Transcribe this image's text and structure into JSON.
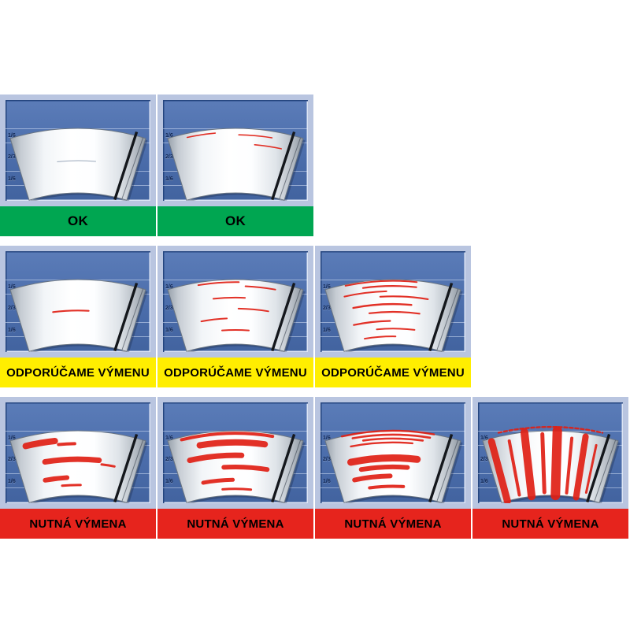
{
  "title": "wiper-blade-wear-chart",
  "statuses": {
    "ok": {
      "label": "OK",
      "color": "#00a651",
      "text_color": "#000000"
    },
    "recommend": {
      "label": "ODPORÚČAME VÝMENU",
      "color": "#ffee00",
      "text_color": "#000000"
    },
    "replace": {
      "label": "NUTNÁ VÝMENA",
      "color": "#e6241d",
      "text_color": "#000000"
    }
  },
  "scale_labels": [
    "1/6",
    "2/3",
    "1/6"
  ],
  "colors": {
    "page_background": "#ffffff",
    "card_background": "#b9c5e0",
    "panel_blue_top": "#5b7cb8",
    "panel_blue_bottom": "#42639f",
    "streak_red": "#df1f15",
    "blade_black": "#14171c"
  },
  "cards": [
    {
      "id": 1,
      "row": 1,
      "status": "ok",
      "wear": "clean",
      "streaks": [
        {
          "r": 0.5,
          "a0": -0.35,
          "a1": 0.3,
          "w": 1.0,
          "color": "#90a0b4"
        }
      ]
    },
    {
      "id": 2,
      "row": 1,
      "status": "ok",
      "wear": "very light marks",
      "streaks": [
        {
          "r": 0.94,
          "a0": -0.72,
          "a1": -0.3,
          "w": 1.6
        },
        {
          "r": 0.9,
          "a0": 0.05,
          "a1": 0.55,
          "w": 1.6
        },
        {
          "r": 0.76,
          "a0": 0.3,
          "a1": 0.72,
          "w": 1.6
        }
      ]
    },
    {
      "id": 3,
      "row": 2,
      "status": "recommend",
      "wear": "single streak",
      "streaks": [
        {
          "r": 0.52,
          "a0": -0.42,
          "a1": 0.18,
          "w": 2.2
        }
      ]
    },
    {
      "id": 4,
      "row": 2,
      "status": "recommend",
      "wear": "several streaks",
      "streaks": [
        {
          "r": 0.96,
          "a0": -0.55,
          "a1": 0.05,
          "w": 2.0
        },
        {
          "r": 0.9,
          "a0": 0.15,
          "a1": 0.6,
          "w": 2.0
        },
        {
          "r": 0.72,
          "a0": -0.35,
          "a1": 0.15,
          "w": 2.0
        },
        {
          "r": 0.55,
          "a0": 0.05,
          "a1": 0.55,
          "w": 2.0
        },
        {
          "r": 0.4,
          "a0": -0.6,
          "a1": -0.15,
          "w": 2.0
        },
        {
          "r": 0.22,
          "a0": -0.25,
          "a1": 0.25,
          "w": 2.0
        }
      ]
    },
    {
      "id": 5,
      "row": 2,
      "status": "recommend",
      "wear": "many streaks",
      "streaks": [
        {
          "r": 0.98,
          "a0": -0.7,
          "a1": 0.35,
          "w": 2.0
        },
        {
          "r": 0.9,
          "a0": -0.45,
          "a1": 0.35,
          "w": 2.2
        },
        {
          "r": 0.82,
          "a0": -0.75,
          "a1": -0.1,
          "w": 2.0
        },
        {
          "r": 0.74,
          "a0": -0.2,
          "a1": 0.55,
          "w": 2.2
        },
        {
          "r": 0.62,
          "a0": -0.65,
          "a1": 0.3,
          "w": 2.4
        },
        {
          "r": 0.5,
          "a0": -0.4,
          "a1": 0.45,
          "w": 2.2
        },
        {
          "r": 0.36,
          "a0": -0.7,
          "a1": -0.05,
          "w": 2.2
        },
        {
          "r": 0.24,
          "a0": -0.3,
          "a1": 0.4,
          "w": 2.0
        },
        {
          "r": 0.12,
          "a0": -0.55,
          "a1": 0.05,
          "w": 2.0
        }
      ]
    },
    {
      "id": 6,
      "row": 3,
      "status": "replace",
      "wear": "thick smears",
      "streaks": [
        {
          "r": 0.86,
          "a0": -0.8,
          "a1": -0.35,
          "w": 8.0
        },
        {
          "r": 0.8,
          "a0": -0.3,
          "a1": -0.05,
          "w": 4.0
        },
        {
          "r": 0.56,
          "a0": -0.55,
          "a1": 0.35,
          "w": 7.0
        },
        {
          "r": 0.5,
          "a0": 0.4,
          "a1": 0.62,
          "w": 3.0
        },
        {
          "r": 0.28,
          "a0": -0.6,
          "a1": -0.2,
          "w": 6.0
        },
        {
          "r": 0.16,
          "a0": -0.3,
          "a1": 0.05,
          "w": 3.0
        }
      ]
    },
    {
      "id": 7,
      "row": 3,
      "status": "replace",
      "wear": "heavy smears",
      "streaks": [
        {
          "r": 0.96,
          "a0": -0.8,
          "a1": 0.55,
          "w": 4.0
        },
        {
          "r": 0.82,
          "a0": -0.55,
          "a1": 0.45,
          "w": 8.0
        },
        {
          "r": 0.62,
          "a0": -0.75,
          "a1": 0.1,
          "w": 7.0
        },
        {
          "r": 0.44,
          "a0": -0.2,
          "a1": 0.55,
          "w": 6.0
        },
        {
          "r": 0.24,
          "a0": -0.6,
          "a1": -0.05,
          "w": 5.0
        },
        {
          "r": 0.1,
          "a0": -0.25,
          "a1": 0.3,
          "w": 3.0
        }
      ]
    },
    {
      "id": 8,
      "row": 3,
      "status": "replace",
      "wear": "dense bands",
      "streaks": [
        {
          "r": 1.0,
          "a0": -0.75,
          "a1": 0.6,
          "w": 2.4
        },
        {
          "r": 0.94,
          "a0": -0.6,
          "a1": 0.55,
          "w": 2.6
        },
        {
          "r": 0.88,
          "a0": -0.45,
          "a1": 0.45,
          "w": 2.6
        },
        {
          "r": 0.82,
          "a0": -0.65,
          "a1": 0.3,
          "w": 2.4
        },
        {
          "r": 0.58,
          "a0": -0.7,
          "a1": 0.4,
          "w": 9.0
        },
        {
          "r": 0.44,
          "a0": -0.55,
          "a1": 0.25,
          "w": 6.0
        },
        {
          "r": 0.3,
          "a0": -0.7,
          "a1": -0.05,
          "w": 6.0
        },
        {
          "r": 0.14,
          "a0": -0.45,
          "a1": 0.2,
          "w": 4.0
        }
      ]
    },
    {
      "id": 9,
      "row": 3,
      "status": "replace",
      "wear": "vertical smearing",
      "streaks": [
        {
          "kind": "arc",
          "r": 1.06,
          "a0": -0.75,
          "a1": 0.75,
          "w": 2.4,
          "dash": "4 3"
        },
        {
          "kind": "radial",
          "a": -0.88,
          "r0": 0.0,
          "r1": 0.95,
          "w": 9.0
        },
        {
          "kind": "radial",
          "a": -0.62,
          "r0": 0.05,
          "r1": 0.9,
          "w": 4.0
        },
        {
          "kind": "radial",
          "a": -0.38,
          "r0": 0.0,
          "r1": 1.0,
          "w": 10.0
        },
        {
          "kind": "radial",
          "a": -0.12,
          "r0": 0.05,
          "r1": 0.95,
          "w": 5.0
        },
        {
          "kind": "radial",
          "a": 0.1,
          "r0": 0.0,
          "r1": 1.0,
          "w": 12.0
        },
        {
          "kind": "radial",
          "a": 0.32,
          "r0": 0.05,
          "r1": 0.9,
          "w": 4.0
        },
        {
          "kind": "radial",
          "a": 0.52,
          "r0": 0.0,
          "r1": 0.95,
          "w": 8.0
        },
        {
          "kind": "radial",
          "a": 0.7,
          "r0": 0.1,
          "r1": 0.85,
          "w": 3.0
        }
      ]
    }
  ]
}
